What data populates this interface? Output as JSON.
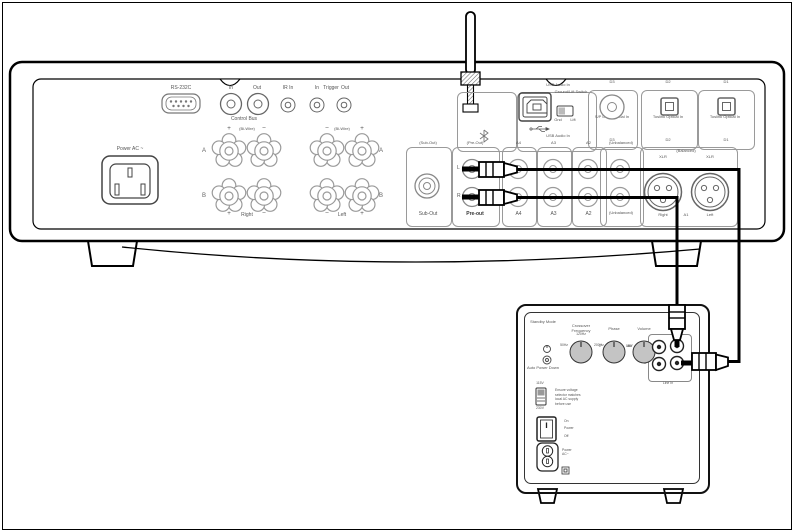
{
  "amp": {
    "power_inlet": "Power AC ~",
    "rs232": "RS-232C",
    "control_in": "In",
    "control_out": "Out",
    "control_bus": "Control Bus",
    "ir_in": "IR In",
    "trigger_in": "In",
    "trigger": "Trigger",
    "trigger_out": "Out",
    "spk": {
      "l_plus_top": "+",
      "l_biwire": "(Bi-Wire)",
      "l_minus_top": "−",
      "l_a": "A",
      "l_b": "B",
      "l_plus_bot": "+",
      "l_right": "Right",
      "l_minus_bot": "−",
      "r_minus_top": "−",
      "r_biwire": "(Bi-Wire)",
      "r_plus_top": "+",
      "r_a": "A",
      "r_b": "B",
      "r_minus_bot": "−",
      "r_left": "Left",
      "r_plus_bot": "+"
    },
    "usb_bracket": "USB Audio In",
    "ground_switch": "Ground/Lift Switch",
    "gnd": "Gnd",
    "lift": "Lift",
    "usb_label": "USB Audio In",
    "d3_bracket": "D3",
    "d3_type": "S/P DIF Co-axial In",
    "d3": "D3",
    "d2_bracket": "D2",
    "d2_type": "Toslink Optical In",
    "d2": "D2",
    "d1_bracket": "D1",
    "d1_type": "Toslink Optical In",
    "d1": "D1",
    "subout_bracket": "(Sub-Out)",
    "subout": "Sub-Out",
    "preout_bracket": "(Pre-Out)",
    "preout_l": "L",
    "preout_r": "R",
    "preout": "Pre-out",
    "a4_bracket": "A4",
    "a4": "A4",
    "a3_bracket": "A3",
    "a3": "A3",
    "a2_bracket": "A2",
    "a2": "A2",
    "unbal_bracket": "(Unbalanced)",
    "unbal": "(Unbalanced)",
    "xlr_left_top": "XLR",
    "xlr_balanced": "(Balanced)",
    "xlr_right_top": "XLR",
    "xlr_right": "Right",
    "xlr_id": "A1",
    "xlr_left": "Left"
  },
  "sub": {
    "standby": "Standby Mode",
    "auto_down": "Auto Power Down",
    "xo_label": "Crossover Frequency",
    "xo_min": "50Hz",
    "xo_mid": "120Hz",
    "xo_max": "200Hz",
    "phase_label": "Phase",
    "phase_min": "0°",
    "phase_max": "180°",
    "vol_label": "Volume",
    "vol_min": "Min",
    "vol_max": "Max",
    "in_l": "L",
    "in_r": "R",
    "line_in": "Line In",
    "v115": "115V",
    "v230": "230V",
    "warning": [
      "Ensure voltage",
      "selector matches",
      "local AC supply",
      "before use"
    ],
    "sw_on": "On",
    "sw_power": "Power",
    "sw_off": "Off",
    "ac": "Power AC~"
  }
}
